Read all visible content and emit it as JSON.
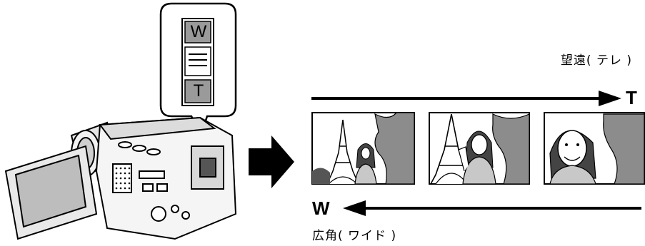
{
  "zoom_lever": {
    "wide_label": "W",
    "tele_label": "T"
  },
  "tele": {
    "caption": "望遠( テレ )",
    "letter": "T"
  },
  "wide": {
    "caption": "広角( ワイド )",
    "letter": "W"
  },
  "icons": {
    "camcorder": "camcorder-illustration",
    "pointer": "right-arrow-icon",
    "scene": "eiffel-tower-photo-frame"
  },
  "colors": {
    "ink": "#000000",
    "lever_fill": "#9a9a9a",
    "callout_fill": "#ffffff"
  }
}
